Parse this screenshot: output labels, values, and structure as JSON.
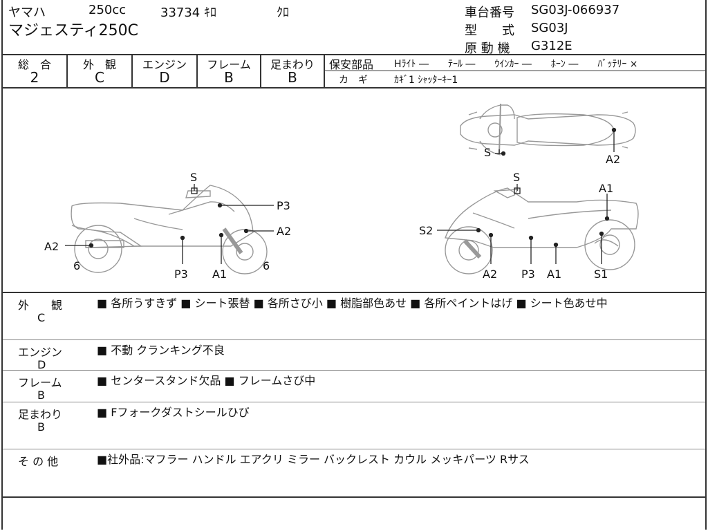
{
  "header": {
    "maker": "ヤマハ",
    "cc": "250cc",
    "mileage": "33734 ｷﾛ",
    "color": "ｸﾛ",
    "model_name": "マジェスティ250C",
    "chassis_label": "車台番号",
    "chassis_value": "SG03J-066937",
    "type_label": "型　　式",
    "type_value": "SG03J",
    "engine_label": "原 動 機",
    "engine_value": "G312E"
  },
  "grades": [
    {
      "label": "総　合",
      "value": "2"
    },
    {
      "label": "外　観",
      "value": "C"
    },
    {
      "label": "エンジン",
      "value": "D"
    },
    {
      "label": "フレーム",
      "value": "B"
    },
    {
      "label": "足まわり",
      "value": "B"
    }
  ],
  "safety": {
    "label": "保安部品",
    "items": "Hﾗｲﾄ ―　　ﾃｰﾙ ―　　ｳｲﾝｶｰ ―　　ﾎｰﾝ ―　　ﾊﾞｯﾃﾘｰ ×",
    "key_label": "カ　ギ",
    "key_value": "ｶｷﾞ1  ｼｬｯﾀｰｷｰ1"
  },
  "diagram": {
    "left_labels": {
      "s": "S",
      "p3_top": "P3",
      "a2_right": "A2",
      "a2_left": "A2",
      "six_left": "6",
      "p3_bottom": "P3",
      "a1": "A1",
      "six_right": "6"
    },
    "top_labels": {
      "s": "S",
      "a2": "A2"
    },
    "right_labels": {
      "s": "S",
      "a1_top": "A1",
      "s2": "S2",
      "a2": "A2",
      "p3": "P3",
      "a1": "A1",
      "s1": "S1"
    }
  },
  "notes": [
    {
      "cat": "外　　観",
      "val": "C",
      "text": "■ 各所うすきず ■ シート張替 ■ 各所さび小 ■ 樹脂部色あせ ■ 各所ペイントはげ ■ シート色あせ中"
    },
    {
      "cat": "エンジン",
      "val": "D",
      "text": "■ 不動 クランキング不良"
    },
    {
      "cat": "フレーム",
      "val": "B",
      "text": "■ センタースタンド欠品 ■ フレームさび中"
    },
    {
      "cat": "足まわり",
      "val": "B",
      "text": "■ Fフォークダストシールひび"
    },
    {
      "cat": "そ の 他",
      "val": "",
      "text": "■社外品:マフラー ハンドル エアクリ ミラー バックレスト カウル メッキパーツ Rサス"
    }
  ]
}
